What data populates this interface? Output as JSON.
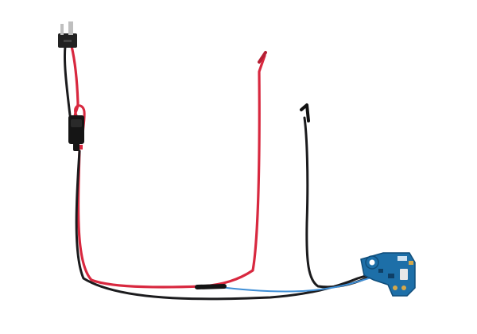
{
  "image": {
    "background": "#ffffff",
    "colors": {
      "red_wire": "#d8283f",
      "red_wire_dark": "#a81b2e",
      "black_wire": "#1b1b1d",
      "blue_wire": "#3f8fd6",
      "pcb": "#1d6fa8",
      "pcb_edge": "#0f4d7a",
      "connector": "#222222",
      "heatshrink": "#141414",
      "metal": "#bfbfbf"
    },
    "objects": [
      "deans-t-connector",
      "fuse-holder",
      "red-power-wire",
      "black-power-wire",
      "blue-signal-wire",
      "heatshrink-sleeve",
      "mosfet-circuit-board"
    ]
  }
}
